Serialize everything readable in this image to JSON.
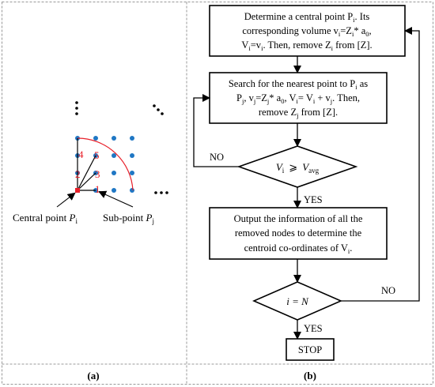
{
  "panel_a": {
    "caption": "(a)",
    "node_labels": [
      "1",
      "2",
      "3",
      "4",
      "5"
    ],
    "central_point_label": "Central point ",
    "central_point_symbol": "P",
    "central_point_sub": "i",
    "sub_point_label": "Sub-point ",
    "sub_point_symbol": "P",
    "sub_point_sub": "j",
    "ellipsis": "• • •",
    "colors": {
      "node": "#1f77c4",
      "label": "#e8202a",
      "arc": "#e8202a"
    }
  },
  "panel_b": {
    "caption": "(b)",
    "box1": {
      "line1": "Determine a central point P",
      "line1_sub": "i",
      "line1_end": ". Its",
      "line2": "corresponding volume v",
      "line2_sub": "i",
      "line2_mid": "=Z",
      "line2_sub2": "i",
      "line2_end": "* a",
      "line2_sub3": "0",
      "line2_tail": ",",
      "line3": "V",
      "line3_sub": "i",
      "line3_mid": "=v",
      "line3_sub2": "i",
      "line3_end": ". Then, remove Z",
      "line3_sub3": "i",
      "line3_tail": " from [Z]."
    },
    "box2": {
      "line1": "Search for the nearest point to P",
      "line1_sub": "i",
      "line1_end": " as",
      "line2a": "P",
      "line2a_sub": "j",
      "line2b": ", v",
      "line2b_sub": "j",
      "line2c": "=Z",
      "line2c_sub": "j",
      "line2d": "* a",
      "line2d_sub": "0",
      "line2e": ", V",
      "line2e_sub": "i",
      "line2f": "= V",
      "line2f_sub": "i",
      "line2g": " + v",
      "line2g_sub": "j",
      "line2h": ". Then,",
      "line3": "remove Z",
      "line3_sub": "j",
      "line3_end": " from [Z]."
    },
    "decision1": {
      "lhs": "V",
      "lhs_sub": "i",
      "op": "⩾",
      "rhs": "V",
      "rhs_sub": "avg"
    },
    "no_label_1": "NO",
    "yes_label_1": "YES",
    "box3": {
      "line1": "Output the information of all the",
      "line2": "removed nodes to determine the",
      "line3": "centroid co-ordinates of V",
      "line3_sub": "i",
      "line3_end": "."
    },
    "decision2": {
      "text": "i = N"
    },
    "no_label_2": "NO",
    "yes_label_2": "YES",
    "stop": "STOP"
  }
}
